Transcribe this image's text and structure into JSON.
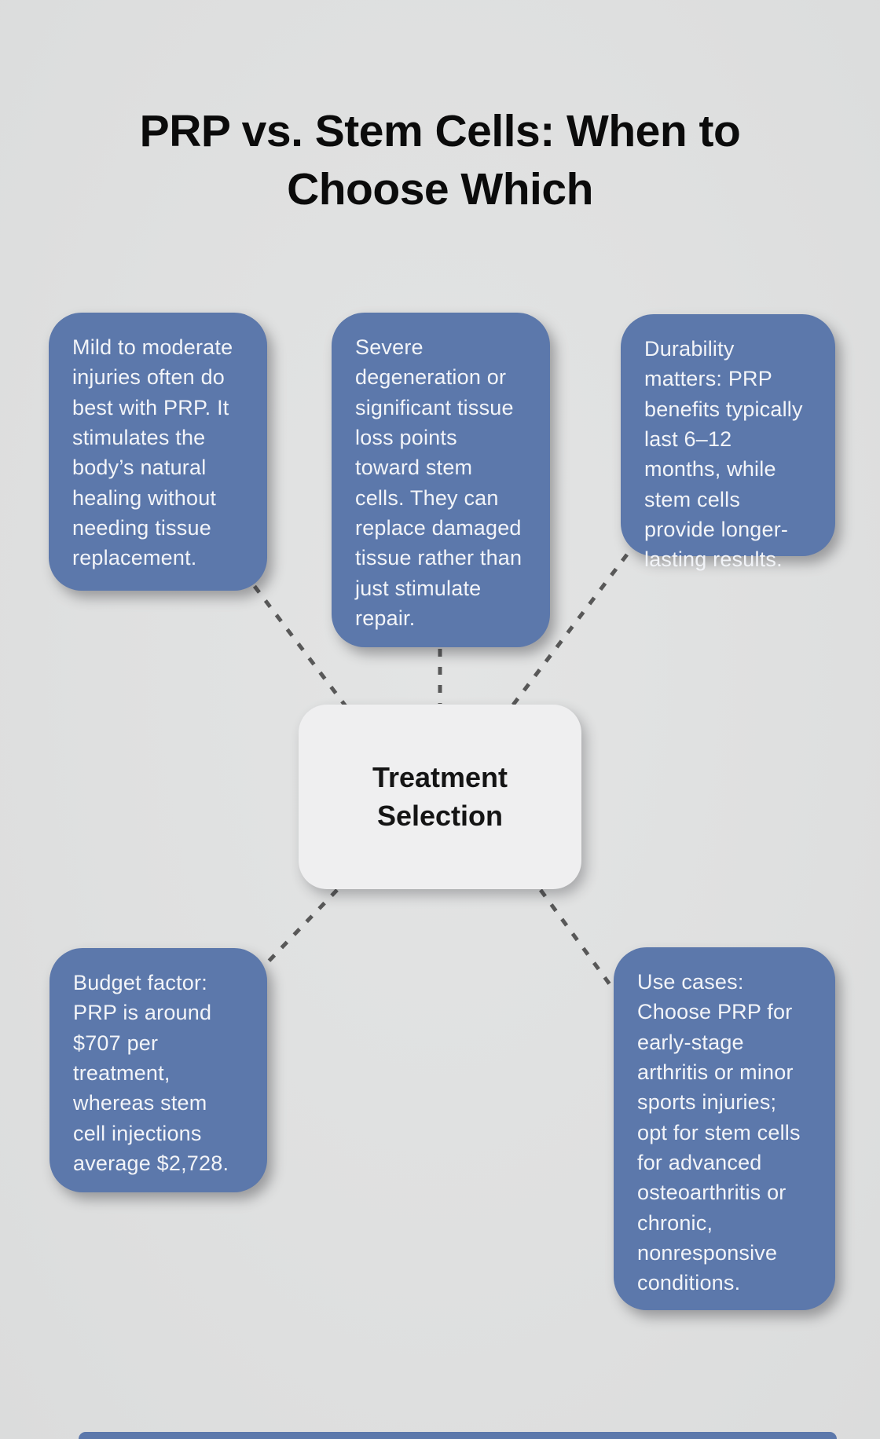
{
  "header": {
    "title": "PRP vs. Stem Cells: When to Choose Which"
  },
  "center_node": {
    "label": "Treatment Selection"
  },
  "nodes": [
    {
      "id": "prp-mild-injuries",
      "text": "Mild to moderate injuries often do best with PRP. It stimulates the body’s natural healing without needing tissue replacement."
    },
    {
      "id": "stem-cells-severe-degeneration",
      "text": "Severe degeneration or significant tissue loss points toward stem cells. They can replace damaged tissue rather than just stimulate repair."
    },
    {
      "id": "durability",
      "text": "Durability matters: PRP benefits typically last 6–12 months, while stem cells provide longer-lasting results."
    },
    {
      "id": "budget",
      "text": "Budget factor: PRP is around $707 per treatment, whereas stem cell injections average $2,728."
    },
    {
      "id": "use-cases",
      "text": "Use cases: Choose PRP for early-stage arthritis or minor sports injuries; opt for stem cells for advanced osteoarthritis or chronic, nonresponsive conditions."
    }
  ],
  "colors": {
    "branch_box": "#5c78ab",
    "background": "#dfe0e0",
    "center_node_bg": "#efeff0",
    "connector": "#585858",
    "title_text": "#0b0b0b",
    "box_text": "#f2f4f8"
  }
}
